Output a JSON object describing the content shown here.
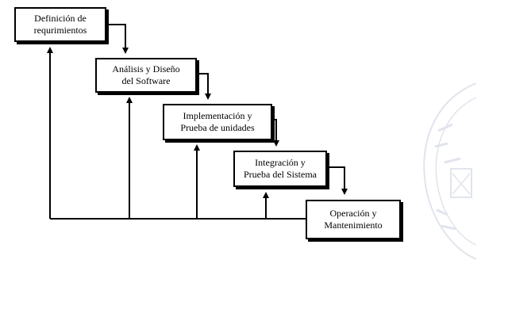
{
  "phases": [
    {
      "line1": "Definición de",
      "line2": "requrimientos"
    },
    {
      "line1": "Análisis y Diseño",
      "line2": "del Software"
    },
    {
      "line1": "Implementación y",
      "line2": "Prueba de unidades"
    },
    {
      "line1": "Integración y",
      "line2": "Prueba del Sistema"
    },
    {
      "line1": "Operación y",
      "line2": "Mantenimiento"
    }
  ],
  "colors": {
    "line": "#000000",
    "box_border": "#000000",
    "background": "#ffffff",
    "watermark": "#aab4cc"
  }
}
